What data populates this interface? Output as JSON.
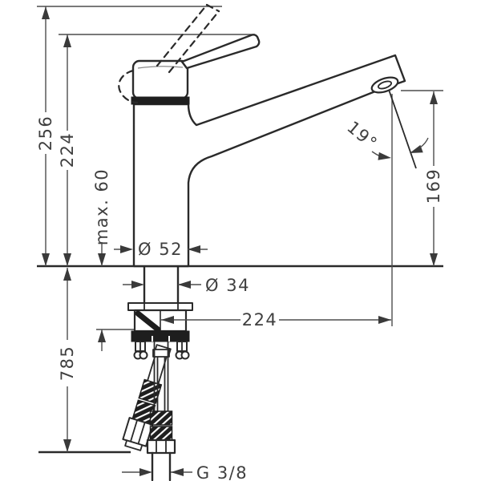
{
  "drawing": {
    "type": "kitchen-mixer-installation-drawing",
    "labels": {
      "total_height": "256",
      "body_height": "224",
      "max_mounting_thickness": "max. 60",
      "hose_length": "785",
      "outlet_height": "169",
      "base_diameter": "Ø 52",
      "shank_diameter": "Ø 34",
      "spout_reach": "224",
      "stream_angle": "19°",
      "thread": "G 3/8"
    }
  }
}
